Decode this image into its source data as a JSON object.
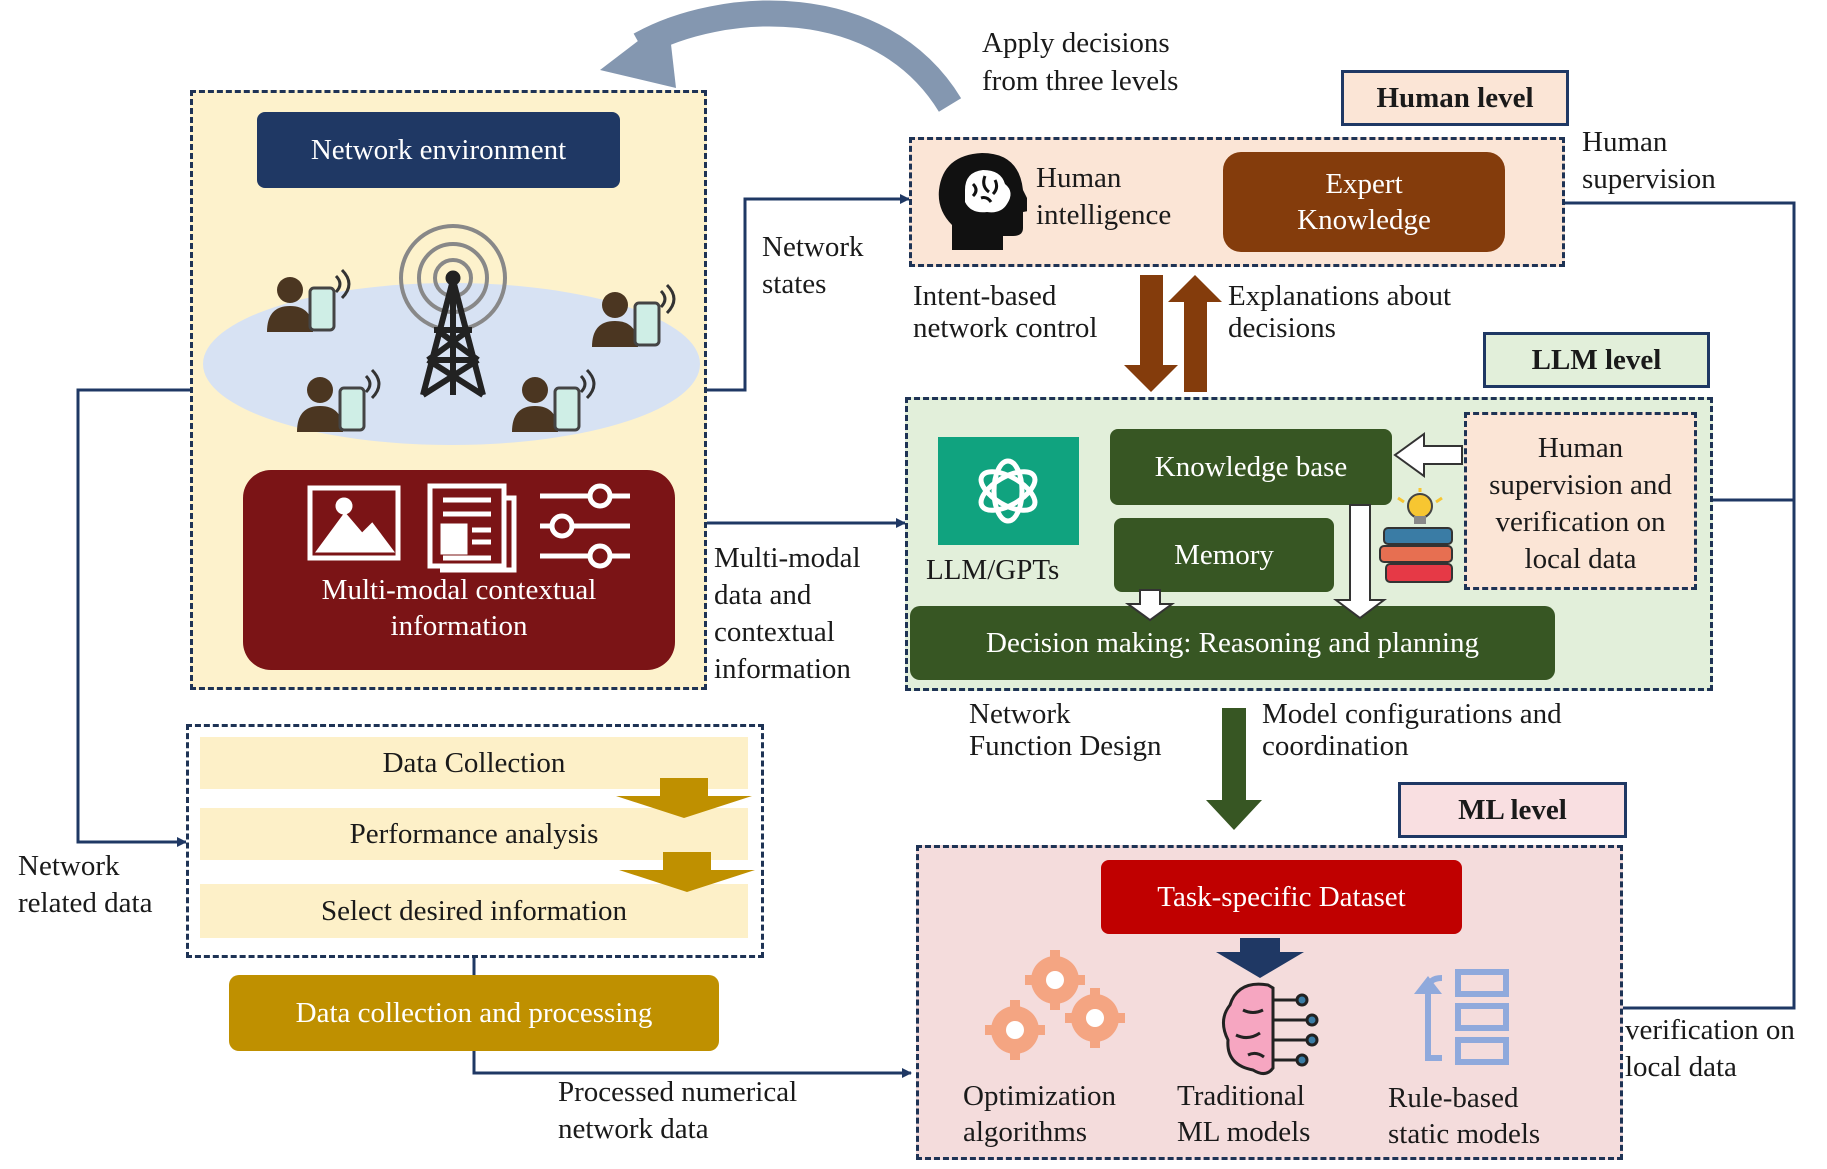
{
  "top_label": "Apply decisions\nfrom three levels",
  "network_environment": {
    "title": "Network environment",
    "context_box": "Multi-modal contextual\ninformation"
  },
  "pipeline": {
    "steps": [
      "Data Collection",
      "Performance analysis",
      "Select desired information"
    ],
    "button": "Data collection and processing"
  },
  "human_level": {
    "tag": "Human level",
    "intelligence": "Human\nintelligence",
    "expert": "Expert\nKnowledge"
  },
  "llm_level": {
    "tag": "LLM level",
    "gpt_label": "LLM/GPTs",
    "knowledge_base": "Knowledge base",
    "memory": "Memory",
    "decision": "Decision making: Reasoning and planning",
    "human_verification": "Human\nsupervision and\nverification on\nlocal data"
  },
  "ml_level": {
    "tag": "ML level",
    "dataset": "Task-specific Dataset",
    "models": [
      "Optimization\nalgorithms",
      "Traditional\nML models",
      "Rule-based\nstatic models"
    ]
  },
  "edge_labels": {
    "network_states": "Network\nstates",
    "multimodal": "Multi-modal\ndata and\ncontextual\ninformation",
    "intent": "Intent-based\nnetwork control",
    "explanations": "Explanations about\ndecisions",
    "human_supervision": "Human\nsupervision",
    "function_design": "Network\nFunction Design",
    "model_config": "Model configurations and\ncoordination",
    "network_related": "Network\nrelated data",
    "processed": "Processed numerical\nnetwork data",
    "verification": "verification on\nlocal data"
  },
  "colors": {
    "navy": "#1f3864",
    "maroon": "#7b1416",
    "brown": "#843c0c",
    "green_dark": "#375623",
    "red": "#c00000",
    "gold": "#bf9000",
    "teal": "#10a37f"
  }
}
